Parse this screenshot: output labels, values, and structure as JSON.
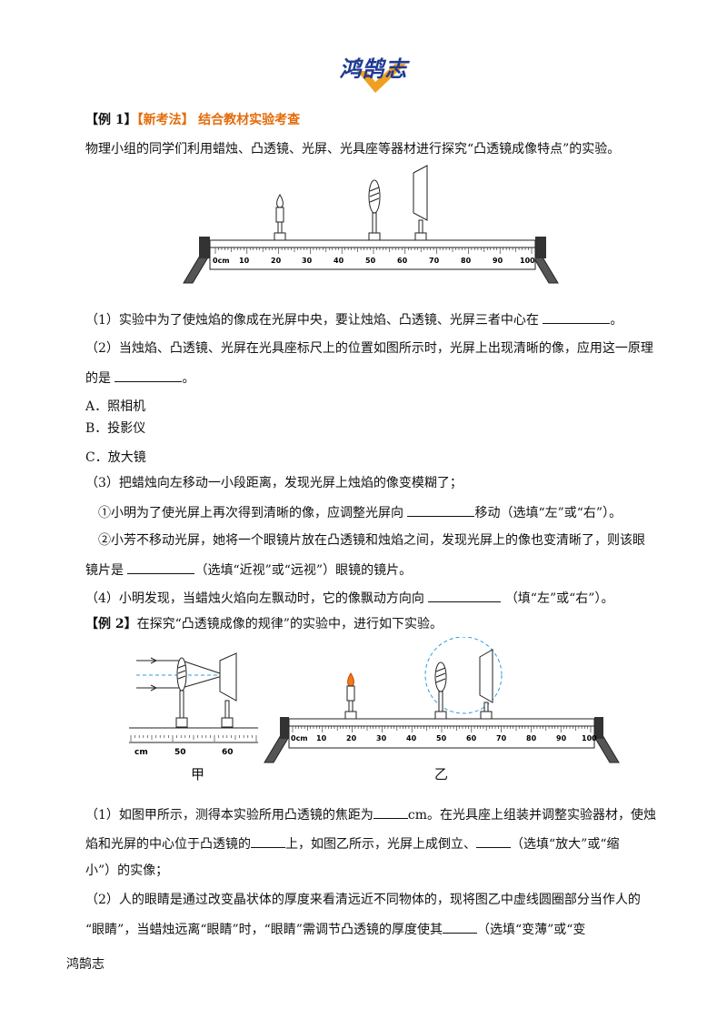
{
  "logo": {
    "text": "鸿鹄志"
  },
  "ex1": {
    "tag": "【例 1】",
    "badge": "【新考法】",
    "title": "结合教材实验考查",
    "intro": "物理小组的同学们利用蜡烛、凸透镜、光屏、光具座等器材进行探究“凸透镜成像特点”的实验。",
    "ruler": {
      "unit": "0cm",
      "ticks": [
        "10",
        "20",
        "30",
        "40",
        "50",
        "60",
        "70",
        "80",
        "90",
        "100"
      ]
    },
    "q1": "（1）实验中为了使烛焰的像成在光屏中央，要让烛焰、凸透镜、光屏三者中心在",
    "q1_end": "。",
    "q2a": "（2）当烛焰、凸透镜、光屏在光具座标尺上的位置如图所示时，光屏上出现清晰的像，应用这一原理",
    "q2b": "的是",
    "q2b_end": "。",
    "optA": "A．照相机",
    "optB": "B．投影仪",
    "optC": "C．放大镜",
    "q3": "（3）把蜡烛向左移动一小段距离，发现光屏上烛焰的像变模糊了；",
    "q3_1a": "①小明为了使光屏上再次得到清晰的像，应调整光屏向",
    "q3_1b": "移动（选填“左”或“右”）。",
    "q3_2a": "②小芳不移动光屏，她将一个眼镜片放在凸透镜和烛焰之间，发现光屏上的像也变清晰了，则该眼",
    "q3_2b": "镜片是",
    "q3_2c": "（选填“近视”或“远视”）眼镜的镜片。",
    "q4a": "（4）小明发现，当蜡烛火焰向左飘动时，它的像飘动方向向",
    "q4b": "（填“左”或“右”）。"
  },
  "ex2": {
    "tag": "【例 2】",
    "intro": "在探究“凸透镜成像的规律”的实验中，进行如下实验。",
    "fig_jia": {
      "unit": "cm",
      "t50": "50",
      "t60": "60",
      "caption": "甲"
    },
    "fig_yi": {
      "unit": "0cm",
      "ticks": [
        "10",
        "20",
        "30",
        "40",
        "50",
        "60",
        "70",
        "80",
        "90",
        "100"
      ],
      "caption": "乙"
    },
    "q1a": "（1）如图甲所示，测得本实验所用凸透镜的焦距为",
    "q1b": "cm。在光具座上组装并调整实验器材，使烛",
    "q1c": "焰和光屏的中心位于凸透镜的",
    "q1d": "上，如图乙所示，光屏上成倒立、",
    "q1e": "（选填“放大”或“缩",
    "q1f": "小”）的实像；",
    "q2a": "（2）人的眼睛是通过改变晶状体的厚度来看清远近不同物体的，现将图乙中虚线圆圈部分当作人的",
    "q2b": "“眼睛”，当蜡烛远离“眼睛”时，“眼睛”需调节凸透镜的厚度使其",
    "q2c": "（选填“变薄”或“变"
  },
  "footer": "鸿鹄志"
}
